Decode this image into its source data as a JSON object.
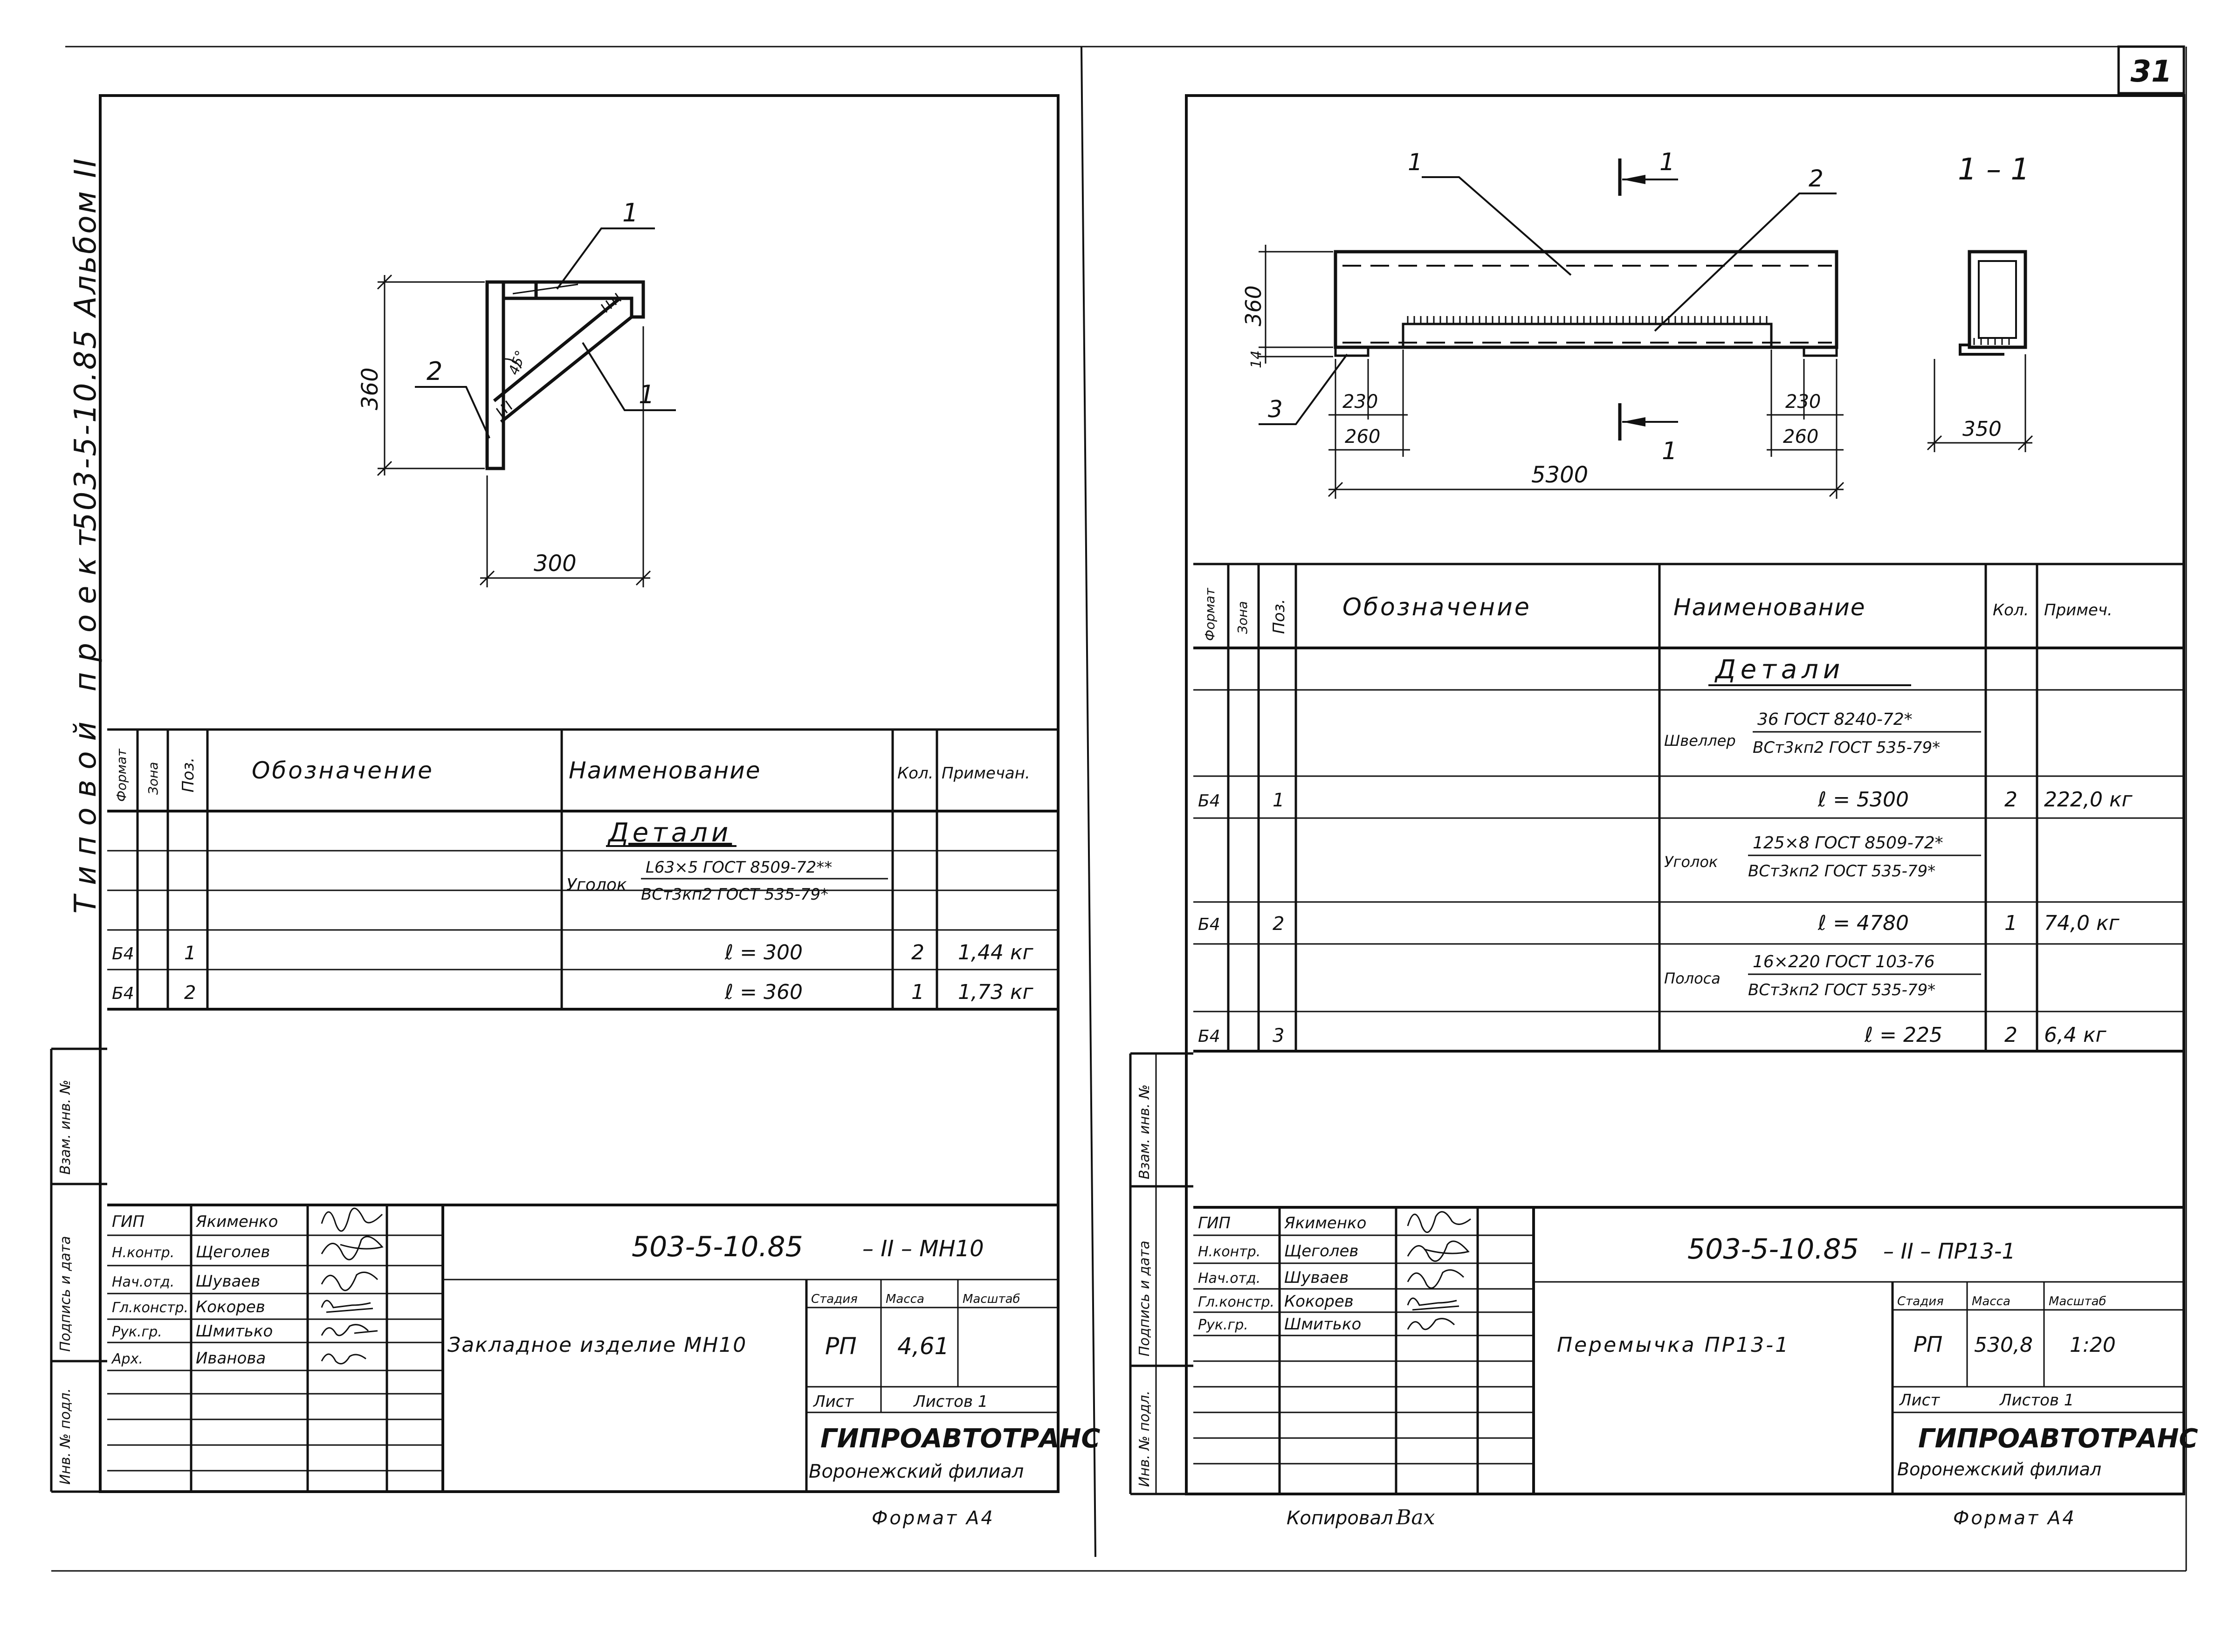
{
  "sheet_number": "31",
  "side_stamp": {
    "album": "503-5-10.85 Альбом II",
    "project": "Типовой проект"
  },
  "margin_labels": {
    "left": [
      "Инв. № подл.",
      "Подпись и дата",
      "Взам. инв. №"
    ],
    "right": [
      "Инв. № подл.",
      "Подпись и дата",
      "Взам. инв. №"
    ]
  },
  "left": {
    "drawing": {
      "pos1_top": "1",
      "pos1_diag": "1",
      "pos2": "2",
      "angle": "45°",
      "dim_height": "360",
      "dim_width": "300"
    },
    "spec": {
      "headers": {
        "format": "Формат",
        "zone": "Зона",
        "pos": "Поз.",
        "designation": "Обозначение",
        "name": "Наименование",
        "qty": "Кол.",
        "note": "Примечан."
      },
      "section": "Детали",
      "material_label": "Уголок",
      "material_top": "L63×5 ГОСТ 8509-72**",
      "material_bottom": "ВСт3кп2 ГОСТ 535-79*",
      "rows": [
        {
          "format": "Б4",
          "pos": "1",
          "name": "ℓ = 300",
          "qty": "2",
          "note": "1,44 кг"
        },
        {
          "format": "Б4",
          "pos": "2",
          "name": "ℓ = 360",
          "qty": "1",
          "note": "1,73 кг"
        }
      ]
    },
    "title_block": {
      "code": "503-5-10.85",
      "code_suffix": "– II – МН10",
      "roles": [
        "ГИП",
        "Н.контр.",
        "Нач.отд.",
        "Гл.констр.",
        "Рук.гр.",
        "Арх."
      ],
      "names": [
        "Якименко",
        "Щеголев",
        "Шуваев",
        "Кокорев",
        "Шмитько",
        "Иванова"
      ],
      "title": "Закладное изделие МН10",
      "stage_label": "Стадия",
      "mass_label": "Масса",
      "scale_label": "Масштаб",
      "stage": "РП",
      "mass": "4,61",
      "scale": "",
      "sheet_label": "Лист",
      "sheets_label": "Листов 1",
      "org": "ГИПРОАВТОТРАНС",
      "branch": "Воронежский филиал"
    },
    "format": "Формат А4"
  },
  "right": {
    "drawing": {
      "cut_top": "1",
      "cut_bottom": "1",
      "section_title": "1 – 1",
      "pos1": "1",
      "pos2": "2",
      "pos3": "3",
      "dim_height": "360",
      "dim_small": "14",
      "dim_230_left": "230",
      "dim_260_left": "260",
      "dim_230_right": "230",
      "dim_260_right": "260",
      "dim_length": "5300",
      "dim_section": "350"
    },
    "spec": {
      "headers": {
        "format": "Формат",
        "zone": "Зона",
        "pos": "Поз.",
        "designation": "Обозначение",
        "name": "Наименование",
        "qty": "Кол.",
        "note": "Примеч."
      },
      "section": "Детали",
      "items": [
        {
          "label": "Швеллер",
          "top": "36 ГОСТ 8240-72*",
          "bottom": "ВСт3кп2 ГОСТ 535-79*",
          "format": "Б4",
          "pos": "1",
          "len": "ℓ = 5300",
          "qty": "2",
          "note": "222,0 кг"
        },
        {
          "label": "Уголок",
          "top": "125×8 ГОСТ 8509-72*",
          "bottom": "ВСт3кп2 ГОСТ 535-79*",
          "format": "Б4",
          "pos": "2",
          "len": "ℓ = 4780",
          "qty": "1",
          "note": "74,0 кг"
        },
        {
          "label": "Полоса",
          "top": "16×220 ГОСТ 103-76",
          "bottom": "ВСт3кп2 ГОСТ 535-79*",
          "format": "Б4",
          "pos": "3",
          "len": "ℓ = 225",
          "qty": "2",
          "note": "6,4 кг"
        }
      ]
    },
    "title_block": {
      "code": "503-5-10.85",
      "code_suffix": "– II – ПР13-1",
      "roles": [
        "ГИП",
        "Н.контр.",
        "Нач.отд.",
        "Гл.констр.",
        "Рук.гр."
      ],
      "names": [
        "Якименко",
        "Щеголев",
        "Шуваев",
        "Кокорев",
        "Шмитько"
      ],
      "title": "Перемычка ПР13-1",
      "stage_label": "Стадия",
      "mass_label": "Масса",
      "scale_label": "Масштаб",
      "stage": "РП",
      "mass": "530,8",
      "scale": "1:20",
      "sheet_label": "Лист",
      "sheets_label": "Листов 1",
      "org": "ГИПРОАВТОТРАНС",
      "branch": "Воронежский филиал"
    },
    "copied": "Копировал",
    "copied_sign": "Вах",
    "format": "Формат А4"
  }
}
